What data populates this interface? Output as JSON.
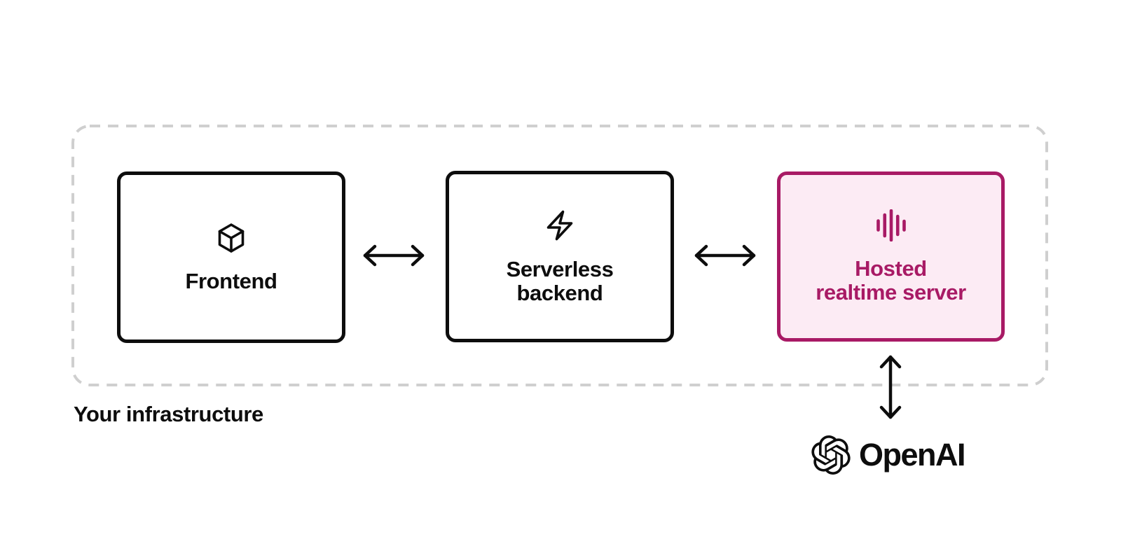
{
  "diagram": {
    "type": "architecture-diagram",
    "background_color": "#ffffff",
    "colors": {
      "node_border": "#0d0d0d",
      "text": "#0d0d0d",
      "accent": "#a81a65",
      "accent_background": "#fcebf4",
      "container_dash": "#cfcfcf"
    },
    "container": {
      "label": "Your infrastructure",
      "style": "dashed-rounded-rectangle"
    },
    "nodes": [
      {
        "id": "frontend",
        "label": "Frontend",
        "lines": [
          "Frontend"
        ],
        "icon": "cube-icon",
        "variant": "default"
      },
      {
        "id": "serverless-backend",
        "label": "Serverless backend",
        "lines": [
          "Serverless",
          "backend"
        ],
        "icon": "lightning-icon",
        "variant": "default"
      },
      {
        "id": "hosted-realtime-server",
        "label": "Hosted realtime server",
        "lines": [
          "Hosted",
          "realtime server"
        ],
        "icon": "waveform-icon",
        "variant": "accent"
      }
    ],
    "external": {
      "id": "openai",
      "label": "OpenAI",
      "icon": "openai-logo"
    },
    "connections": [
      {
        "from": "Frontend",
        "to": "Serverless backend",
        "type": "bidirectional-arrow"
      },
      {
        "from": "Serverless backend",
        "to": "Hosted realtime server",
        "type": "bidirectional-arrow"
      },
      {
        "from": "Hosted realtime server",
        "to": "OpenAI",
        "type": "bidirectional-arrow"
      }
    ]
  }
}
